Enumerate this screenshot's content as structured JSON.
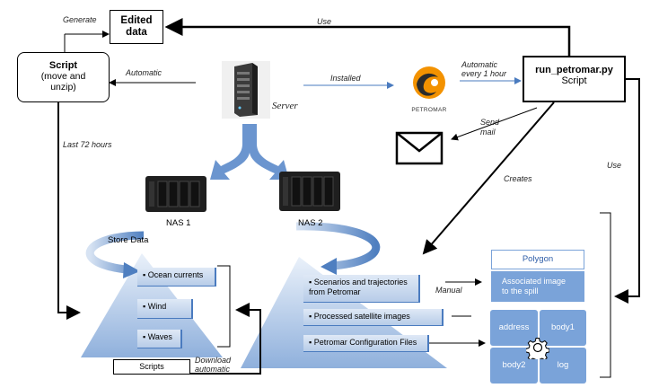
{
  "nodes": {
    "edited_data": "Edited\ndata",
    "script_title": "Script",
    "script_sub": "(move and\nunzip)",
    "server": "Server",
    "petromar_brand": "PETROMAR",
    "run_script_title": "run_petromar.py",
    "run_script_sub": "Script",
    "nas1": "NAS 1",
    "nas2": "NAS 2",
    "scripts_box": "Scripts",
    "polygon": "Polygon",
    "associated_image": "Associated image\nto the spill"
  },
  "edges": {
    "generate": "Generate",
    "use_top": "Use",
    "automatic": "Automatic",
    "installed": "Installed",
    "automatic_hourly": "Automatic\nevery 1 hour",
    "send_mail": "Send\nmail",
    "last_72": "Last 72 hours",
    "creates": "Creates",
    "use_right": "Use",
    "store_data": "Store Data",
    "manual": "Manual",
    "download_automatic": "Download\nautomatic"
  },
  "left_items": [
    "Ocean currents",
    "Wind",
    "Waves"
  ],
  "right_items": [
    "Scenarios and trajectories\nfrom Petromar",
    "Processed satellite images",
    "Petromar Configuration Files"
  ],
  "grid_cells": [
    "address",
    "body1",
    "body2",
    "log"
  ],
  "colors": {
    "accent": "#4a7bbf",
    "cell": "#7aa3d9",
    "petromar_orange": "#f39200"
  }
}
